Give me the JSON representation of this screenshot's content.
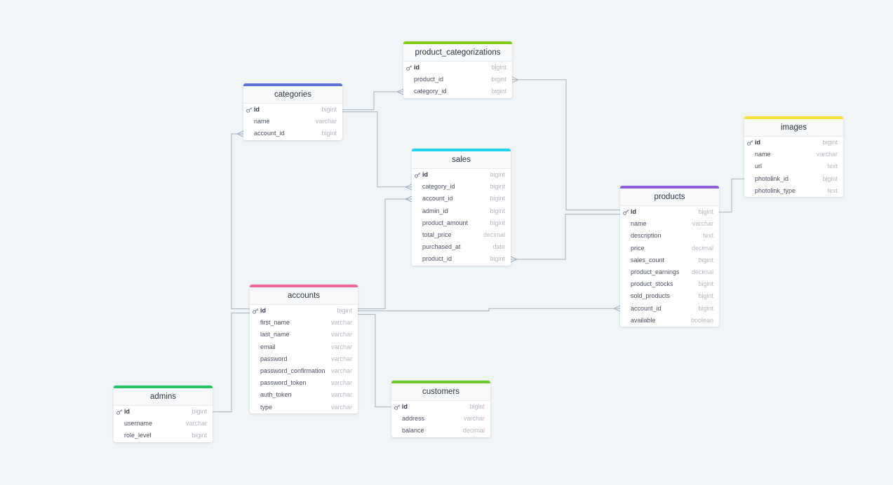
{
  "colors": {
    "background": "#f0f5f8",
    "line": "#a7b0bc"
  },
  "icons": {
    "primary_key": "key-icon"
  },
  "tables": [
    {
      "id": "product_categorizations",
      "title": "product_categorizations",
      "accent": "#84cc16",
      "fields": [
        {
          "name": "id",
          "type": "bigint",
          "pk": true
        },
        {
          "name": "product_id",
          "type": "bigint"
        },
        {
          "name": "category_id",
          "type": "bigint"
        }
      ]
    },
    {
      "id": "categories",
      "title": "categories",
      "accent": "#5b73d6",
      "fields": [
        {
          "name": "id",
          "type": "bigint",
          "pk": true
        },
        {
          "name": "name",
          "type": "varchar"
        },
        {
          "name": "account_id",
          "type": "bigint"
        }
      ]
    },
    {
      "id": "sales",
      "title": "sales",
      "accent": "#22d3ee",
      "fields": [
        {
          "name": "id",
          "type": "bigint",
          "pk": true
        },
        {
          "name": "category_id",
          "type": "bigint"
        },
        {
          "name": "account_id",
          "type": "bigint"
        },
        {
          "name": "admin_id",
          "type": "bigint"
        },
        {
          "name": "product_amount",
          "type": "bigint"
        },
        {
          "name": "total_price",
          "type": "decimal"
        },
        {
          "name": "purchased_at",
          "type": "date"
        },
        {
          "name": "product_id",
          "type": "bigint"
        }
      ]
    },
    {
      "id": "images",
      "title": "images",
      "accent": "#f5e03c",
      "fields": [
        {
          "name": "id",
          "type": "bigint",
          "pk": true
        },
        {
          "name": "name",
          "type": "varchar"
        },
        {
          "name": "url",
          "type": "text"
        },
        {
          "name": "photolink_id",
          "type": "bigint"
        },
        {
          "name": "photolink_type",
          "type": "text"
        }
      ]
    },
    {
      "id": "products",
      "title": "products",
      "accent": "#8b5cd6",
      "fields": [
        {
          "name": "id",
          "type": "bigint",
          "pk": true
        },
        {
          "name": "name",
          "type": "varchar"
        },
        {
          "name": "description",
          "type": "text"
        },
        {
          "name": "price",
          "type": "decimal"
        },
        {
          "name": "sales_count",
          "type": "bigint"
        },
        {
          "name": "product_earnings",
          "type": "decimal"
        },
        {
          "name": "product_stocks",
          "type": "bigint"
        },
        {
          "name": "sold_products",
          "type": "bigint"
        },
        {
          "name": "account_id",
          "type": "bigint"
        },
        {
          "name": "available",
          "type": "boolean"
        }
      ]
    },
    {
      "id": "accounts",
      "title": "accounts",
      "accent": "#f0669a",
      "fields": [
        {
          "name": "id",
          "type": "bigint",
          "pk": true
        },
        {
          "name": "first_name",
          "type": "varchar"
        },
        {
          "name": "last_name",
          "type": "varchar"
        },
        {
          "name": "email",
          "type": "varchar"
        },
        {
          "name": "password",
          "type": "varchar"
        },
        {
          "name": "password_confirmation",
          "type": "varchar"
        },
        {
          "name": "password_token",
          "type": "varchar"
        },
        {
          "name": "auth_token",
          "type": "varchar"
        },
        {
          "name": "type",
          "type": "varchar"
        }
      ]
    },
    {
      "id": "customers",
      "title": "customers",
      "accent": "#6cc92a",
      "fields": [
        {
          "name": "id",
          "type": "bigint",
          "pk": true
        },
        {
          "name": "address",
          "type": "varchar"
        },
        {
          "name": "balance",
          "type": "decimal"
        }
      ]
    },
    {
      "id": "admins",
      "title": "admins",
      "accent": "#22c55e",
      "fields": [
        {
          "name": "id",
          "type": "bigint",
          "pk": true
        },
        {
          "name": "username",
          "type": "varchar"
        },
        {
          "name": "role_level",
          "type": "bigint"
        }
      ]
    }
  ],
  "relations": [
    {
      "from": "categories.id",
      "to": "product_categorizations.category_id",
      "cardinality": "one-to-many"
    },
    {
      "from": "categories.id",
      "to": "sales.category_id",
      "cardinality": "one-to-many"
    },
    {
      "from": "accounts.id",
      "to": "categories.account_id",
      "cardinality": "one-to-many"
    },
    {
      "from": "accounts.id",
      "to": "sales.account_id",
      "cardinality": "one-to-many"
    },
    {
      "from": "accounts.id",
      "to": "products.account_id",
      "cardinality": "one-to-many"
    },
    {
      "from": "accounts.id",
      "to": "customers.id",
      "cardinality": "one-to-one"
    },
    {
      "from": "admins.id",
      "to": "accounts.id",
      "cardinality": "one-to-one"
    },
    {
      "from": "products.id",
      "to": "product_categorizations.product_id",
      "cardinality": "one-to-many"
    },
    {
      "from": "products.id",
      "to": "sales.product_id",
      "cardinality": "one-to-many"
    },
    {
      "from": "products.id",
      "to": "images.photolink_id",
      "cardinality": "one-to-many"
    }
  ]
}
